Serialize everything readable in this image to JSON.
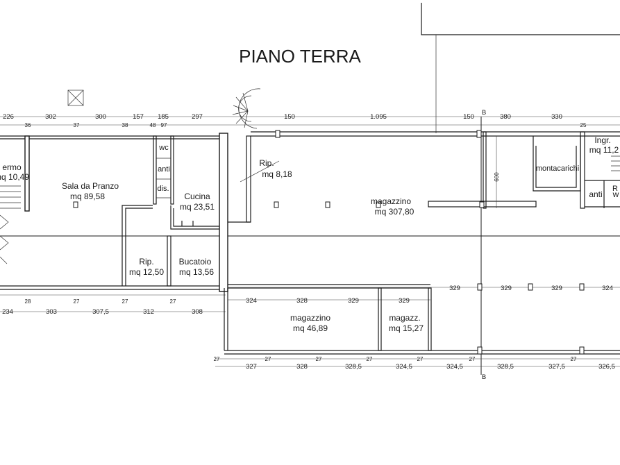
{
  "title": "PIANO TERRA",
  "rooms": {
    "sala": {
      "name": "Sala da Pranzo",
      "area": "mq 89,58"
    },
    "left": {
      "name": "ermo",
      "area": "mq 10,49"
    },
    "wc": "wc",
    "anti": "anti",
    "dis": "dis.",
    "cucina": {
      "name": "Cucina",
      "area": "mq 23,51"
    },
    "rip_small": {
      "name": "Rip.",
      "area": "mq 8,18"
    },
    "magazzino_main": {
      "name": "magazzino",
      "area": "mq 307,80"
    },
    "rip_low": {
      "name": "Rip.",
      "area": "mq 12,50"
    },
    "bucatoio": {
      "name": "Bucatoio",
      "area": "mq 13,56"
    },
    "magazzino_low": {
      "name": "magazzino",
      "area": "mq 46,89"
    },
    "magazz_low": {
      "name": "magazz.",
      "area": "mq 15,27"
    },
    "montacarichi": "montacarichi",
    "ingr": {
      "name": "Ingr.",
      "area": "mq 11,2"
    },
    "anti_right": "anti",
    "w_right": "w",
    "r_right": "R"
  },
  "section_mark": "B",
  "height_600": "600",
  "dims_top": {
    "d1": "226",
    "d2": "302",
    "d3": "300",
    "d4": "157",
    "d5": "185",
    "d6": "297",
    "d7": "150",
    "d8": "1.095",
    "d9": "150",
    "d10": "380",
    "d11": "330"
  },
  "walls_top": {
    "w1": "36",
    "w2": "37",
    "w3": "38",
    "w4": "48",
    "w5": "97",
    "w6": "25"
  },
  "dims_middle": {
    "m1": "324",
    "m2": "328",
    "m3": "329",
    "m4": "329",
    "m5": "329",
    "m6": "329",
    "m7": "329",
    "m8": "324"
  },
  "walls_middle": {
    "a": "28",
    "b": "27",
    "c": "27",
    "d": "27"
  },
  "dims_bottom_left": {
    "b1": "234",
    "b2": "303",
    "b3": "307,5",
    "b4": "312",
    "b5": "308"
  },
  "dims_bottom": {
    "n1": "327",
    "n2": "328",
    "n3": "328,5",
    "n4": "324,5",
    "n5": "324,5",
    "n6": "328,5",
    "n7": "327,5",
    "n8": "326,5"
  },
  "walls_bottom": {
    "t": "27"
  }
}
